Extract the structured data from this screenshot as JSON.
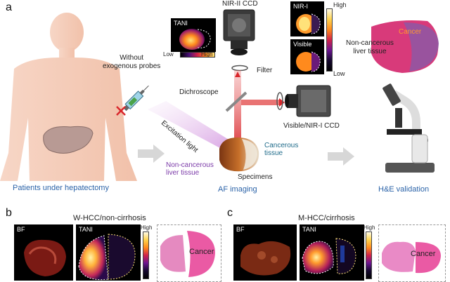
{
  "panels": {
    "a": {
      "letter": "a",
      "patient_caption": "Patients under hepatectomy",
      "without_probes": [
        "Without",
        "exogenous probes"
      ],
      "tani_inset": {
        "tag": "TANI",
        "low": "Low",
        "high": "High"
      },
      "camera_top": "NIR-II CCD",
      "filter": "Filter",
      "dichroscope": "Dichroscope",
      "excitation": "Excitation light",
      "camera_side": "Visible/NIR-I CCD",
      "specimen_labels": {
        "cancerous": [
          "Cancerous",
          "tissue"
        ],
        "noncancerous": [
          "Non-cancerous",
          "liver tissue"
        ],
        "specimens": "Specimens"
      },
      "af_caption": "AF imaging",
      "nir_panels": {
        "nir1": "NIR-I",
        "visible": "Visible",
        "high": "High",
        "low": "Low"
      },
      "noncancer_label": [
        "Non-cancerous",
        "liver tissue"
      ],
      "cancer_label": "Cancer",
      "he_caption": "H&E validation"
    },
    "b": {
      "letter": "b",
      "title": "W-HCC/non-cirrhosis",
      "bf": "BF",
      "tani": "TANI",
      "high": "High",
      "cancer": "Cancer"
    },
    "c": {
      "letter": "c",
      "title": "M-HCC/cirrhosis",
      "bf": "BF",
      "tani": "TANI",
      "high": "High",
      "cancer": "Cancer"
    }
  },
  "colors": {
    "caption_blue": "#2b63a8",
    "skin": "#f4c9b3",
    "laser_red": "#d9262b",
    "he_pink": "#e25a9c",
    "purple_label": "#7b3aa8"
  }
}
